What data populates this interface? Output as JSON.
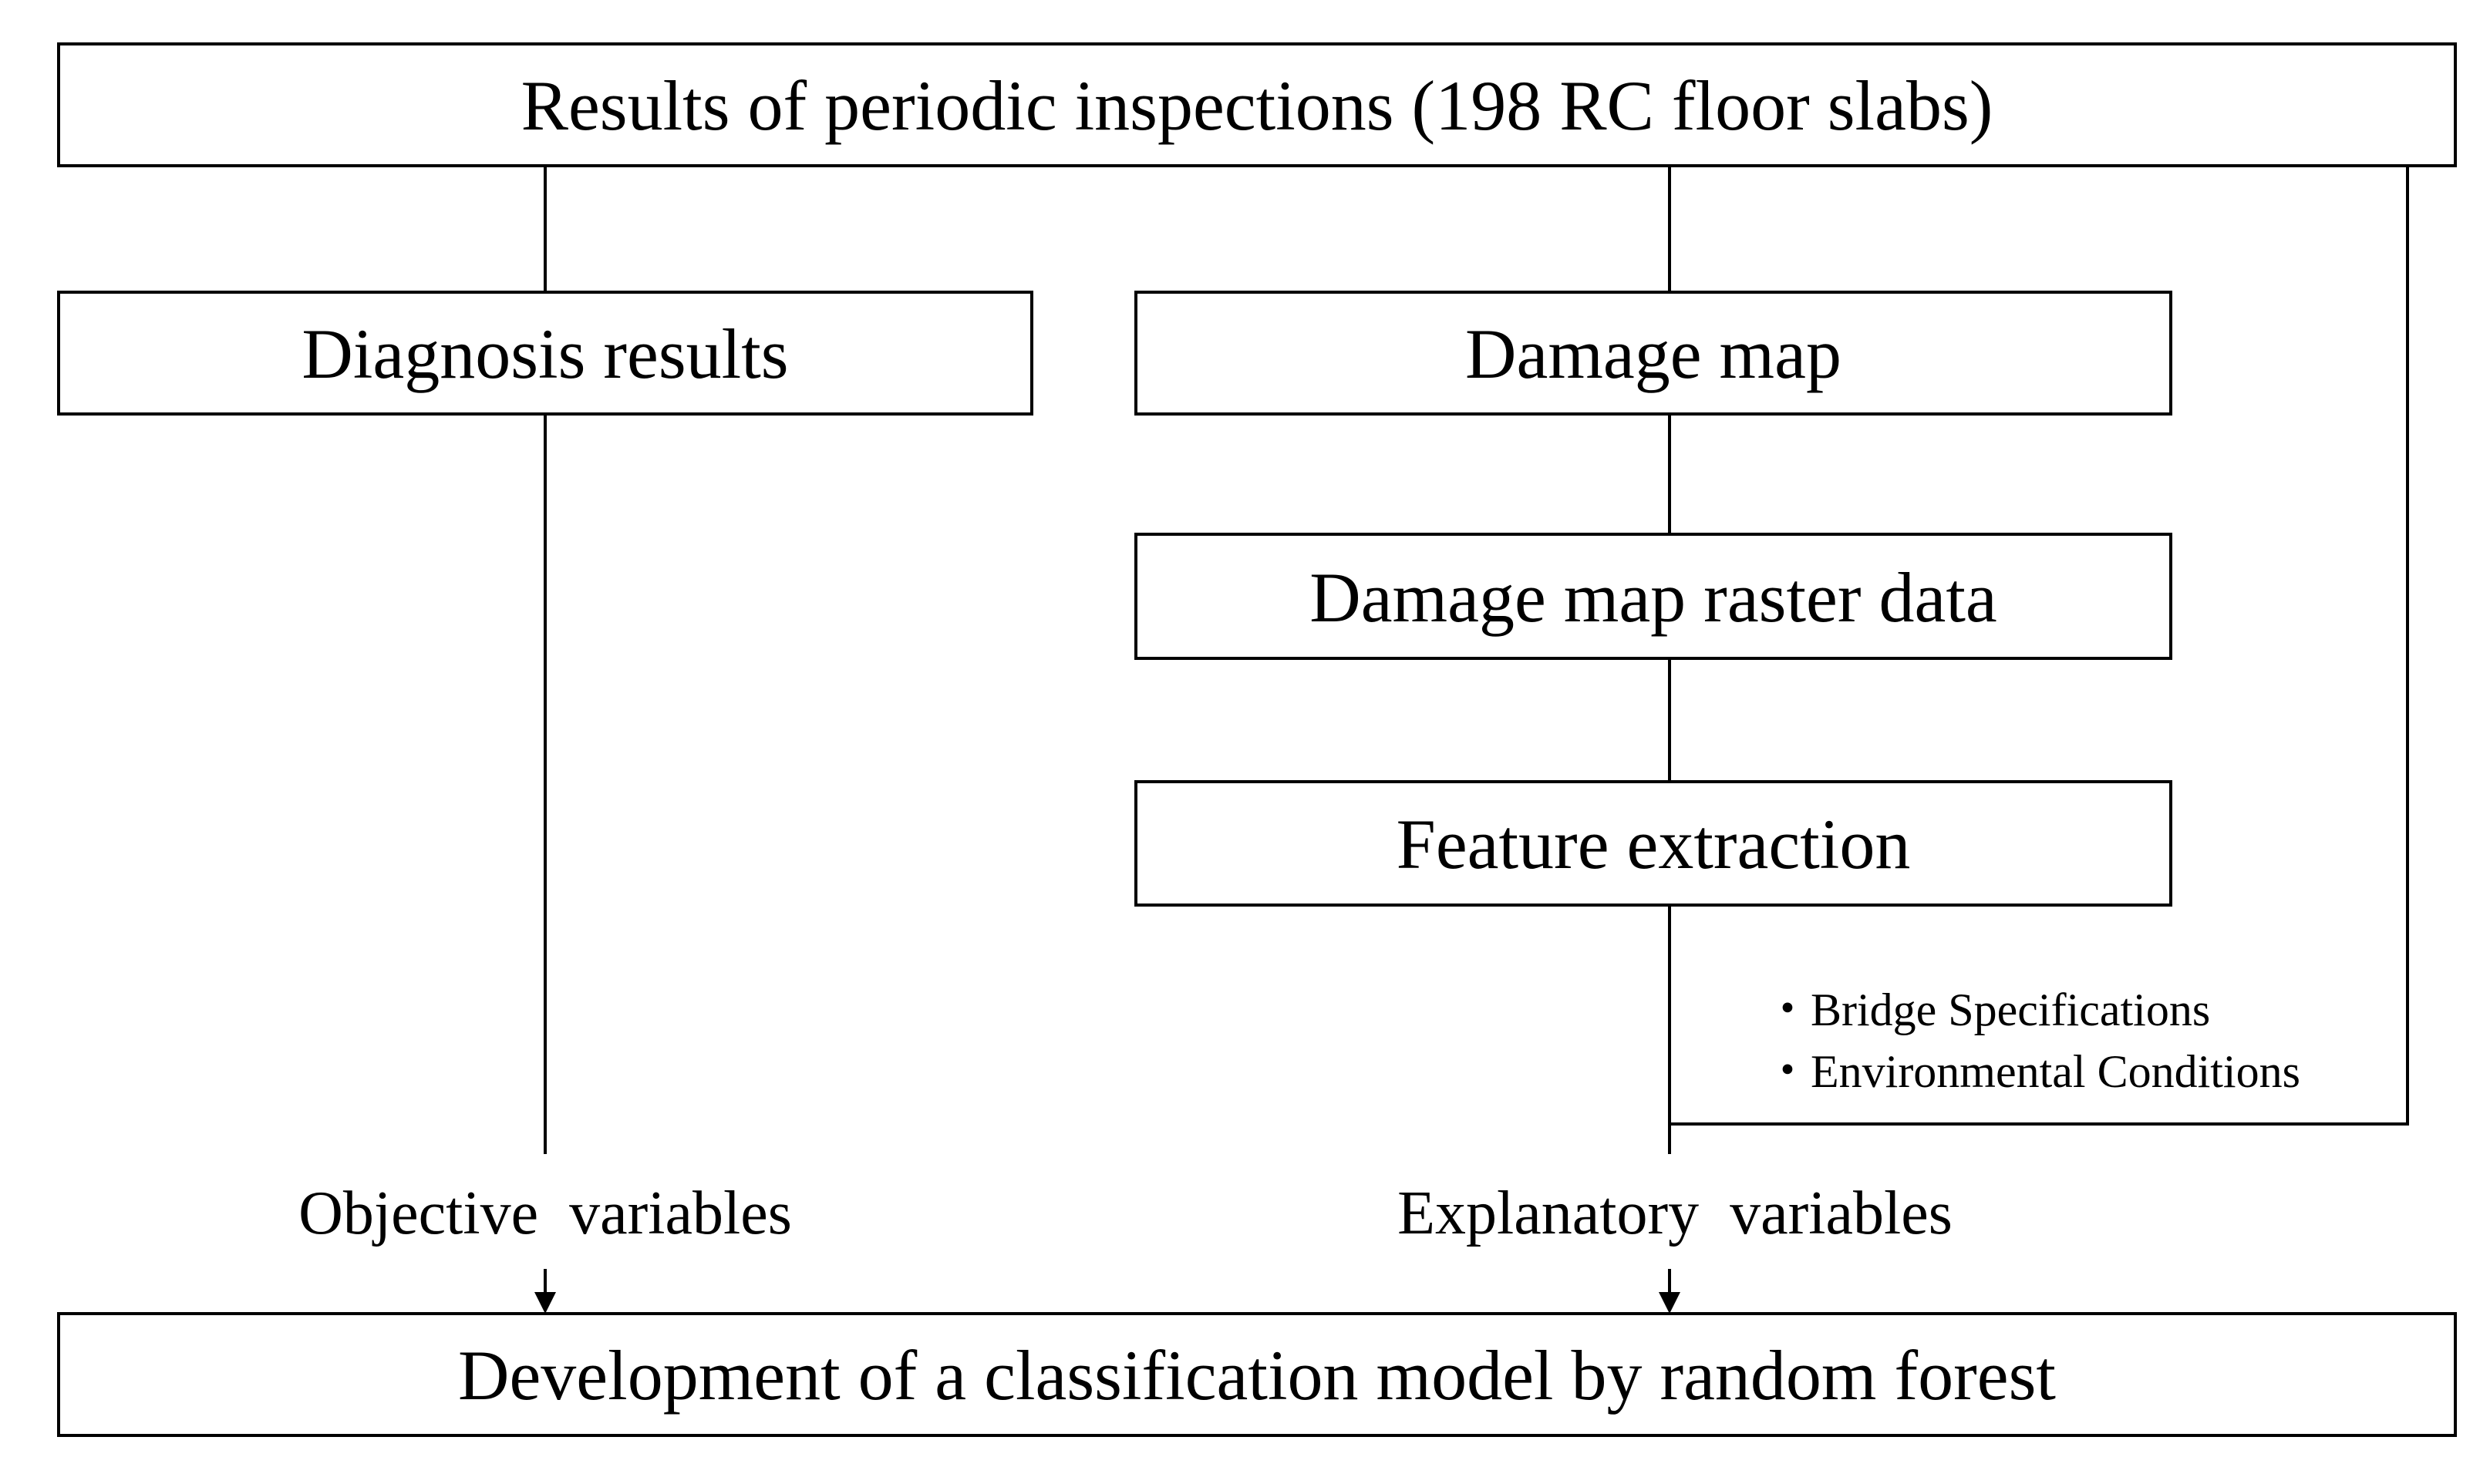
{
  "diagram": {
    "top_box": "Results of periodic inspections (198 RC floor slabs)",
    "diagnosis_box": "Diagnosis results",
    "damage_map_box": "Damage map",
    "raster_box": "Damage map raster data",
    "feature_box": "Feature extraction",
    "extra_inputs": [
      "・Bridge Specifications",
      "・Environmental Conditions"
    ],
    "objective_label": "Objective  variables",
    "explanatory_label": "Explanatory  variables",
    "bottom_box": "Development of a classification model by random forest"
  }
}
